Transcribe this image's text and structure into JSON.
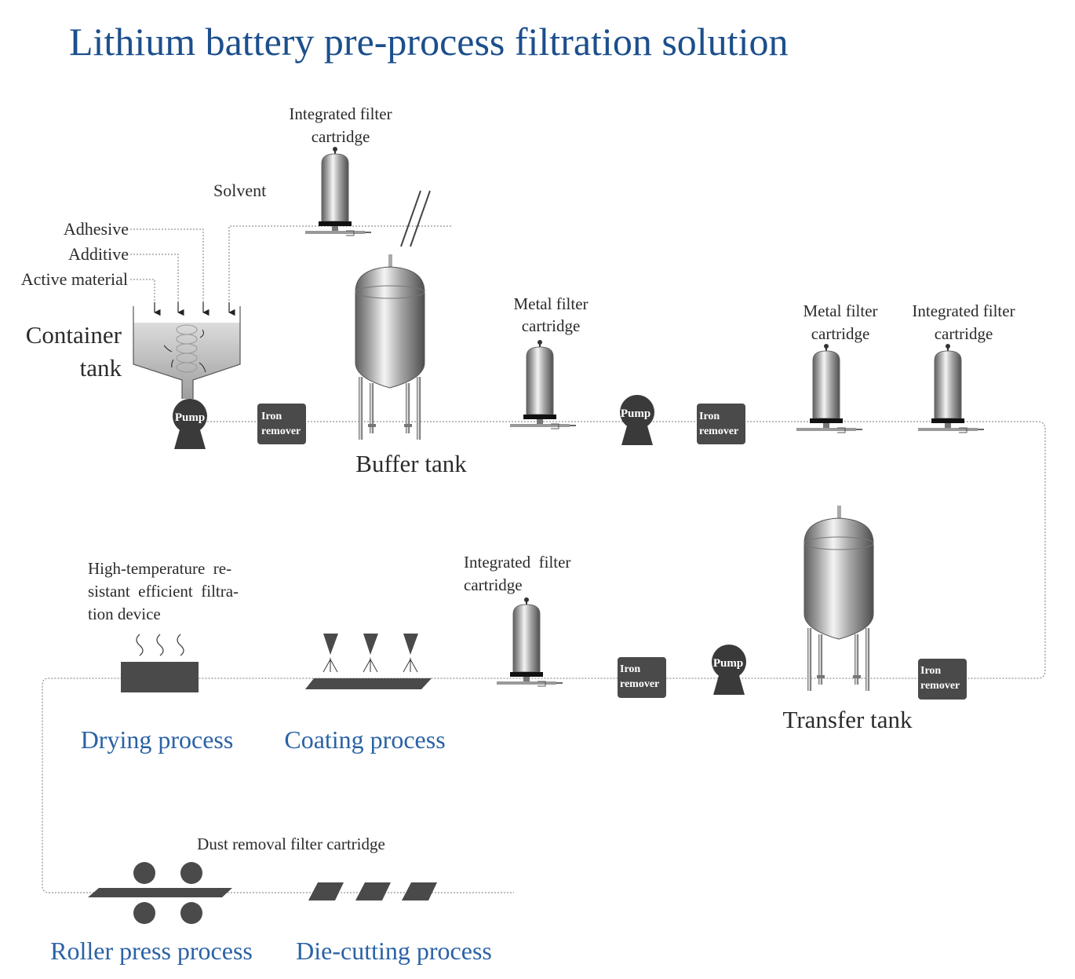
{
  "title": "Lithium battery pre-process filtration solution",
  "colors": {
    "title": "#1c4f8c",
    "process": "#2a62a6",
    "text": "#2b2b2b",
    "dark_block": "#4a4a4a",
    "pump": "#3a3a3a",
    "line": "#777777"
  },
  "inputs": {
    "solvent": "Solvent",
    "adhesive": "Adhesive",
    "additive": "Additive",
    "active_material": "Active material"
  },
  "container_tank": {
    "line1": "Container",
    "line2": "tank"
  },
  "top_filter": {
    "line1": "Integrated filter",
    "line2": "cartridge"
  },
  "row1": {
    "pump_label": "Pump",
    "pump2_label": "Pump",
    "iron1": {
      "line1": "Iron",
      "line2": "remover"
    },
    "iron2": {
      "line1": "Iron",
      "line2": "remover"
    },
    "buffer_tank": "Buffer tank",
    "metal_filter1": {
      "line1": "Metal filter",
      "line2": "cartridge"
    },
    "metal_filter2": {
      "line1": "Metal filter",
      "line2": "cartridge"
    },
    "integrated_filter": {
      "line1": "Integrated filter",
      "line2": "cartridge"
    }
  },
  "row2": {
    "iron3": {
      "line1": "Iron",
      "line2": "remover"
    },
    "iron4": {
      "line1": "Iron",
      "line2": "remover"
    },
    "pump_label": "Pump",
    "transfer_tank": "Transfer tank",
    "integrated_filter": {
      "line1": "Integrated  filter",
      "line2": "cartridge"
    },
    "high_temp": {
      "line1": "High-temperature  re-",
      "line2": "sistant  efficient  filtra-",
      "line3": "tion device"
    },
    "drying": "Drying process",
    "coating": "Coating process"
  },
  "row3": {
    "dust_removal": "Dust removal filter cartridge",
    "roller": "Roller press process",
    "die_cutting": "Die-cutting process"
  }
}
